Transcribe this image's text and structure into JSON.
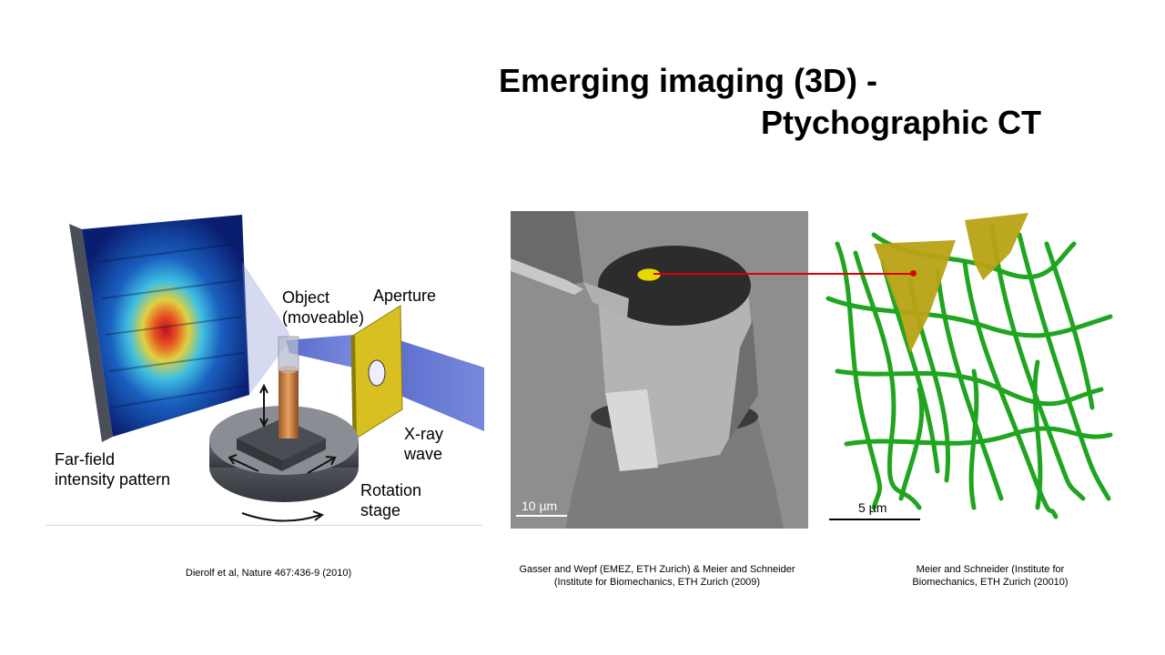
{
  "slide": {
    "title_line1": "Emerging imaging (3D) -",
    "title_line2": "Ptychographic CT"
  },
  "figure_left": {
    "labels": {
      "object": "Object\n(moveable)",
      "aperture": "Aperture",
      "xray": "X-ray\nwave",
      "far_field": "Far-field\nintensity pattern",
      "rotation": "Rotation\nstage"
    },
    "caption": "Dierolf et al, Nature 467:436-9 (2010)"
  },
  "figure_middle": {
    "scale_bar": "10 µm",
    "caption": "Gasser and Wepf (EMEZ,  ETH Zurich) & Meier and Schneider (Institute for Biomechanics, ETH Zurich (2009)"
  },
  "figure_right": {
    "scale_bar": "5 µm",
    "caption": "Meier and Schneider (Institute for Biomechanics, ETH Zurich (20010)"
  },
  "colors": {
    "pointer_line": "#e00000",
    "marker": "#e6d800",
    "network_green": "#1fa51f",
    "network_gold": "#b8a214"
  }
}
